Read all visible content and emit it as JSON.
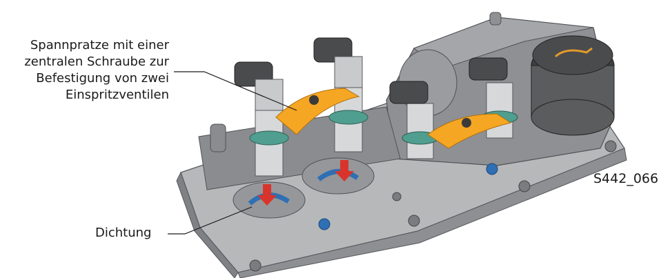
{
  "labels": {
    "clamp_lines": [
      "Spannpratze mit einer",
      "zentralen Schraube zur",
      "Befestigung von zwei",
      "Einspritzventilen"
    ],
    "seal": "Dichtung"
  },
  "figure_id": "S442_066",
  "colors": {
    "cover": "#a9abad",
    "cover_dark": "#6e7072",
    "housing": "#808285",
    "clamp": "#f5a623",
    "arrow": "#d9342b",
    "seal_ring": "#2f6fb3",
    "plug": "#4a4b4d"
  }
}
